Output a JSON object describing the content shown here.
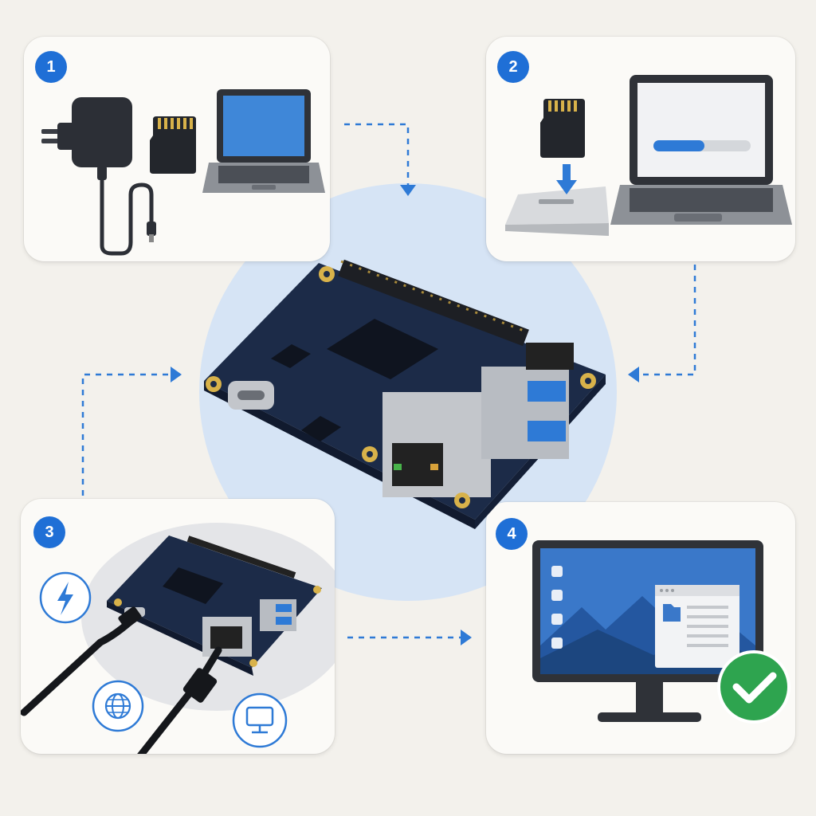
{
  "steps": [
    {
      "number": "1",
      "name": "gather-hardware"
    },
    {
      "number": "2",
      "name": "flash-sd-card"
    },
    {
      "number": "3",
      "name": "connect-cables"
    },
    {
      "number": "4",
      "name": "boot-desktop"
    }
  ],
  "icons": {
    "power": "power-adapter-icon",
    "sd": "micro-sd-card-icon",
    "laptop": "laptop-icon",
    "reader": "card-reader-icon",
    "board": "single-board-computer-icon",
    "lightning": "lightning-icon",
    "globe": "globe-icon",
    "monitor": "monitor-icon",
    "check": "check-icon",
    "folder": "folder-icon"
  },
  "colors": {
    "accent": "#1f6fd6",
    "board": "#1c2b48",
    "success": "#2ea44f",
    "halo": "#d6e4f5"
  }
}
